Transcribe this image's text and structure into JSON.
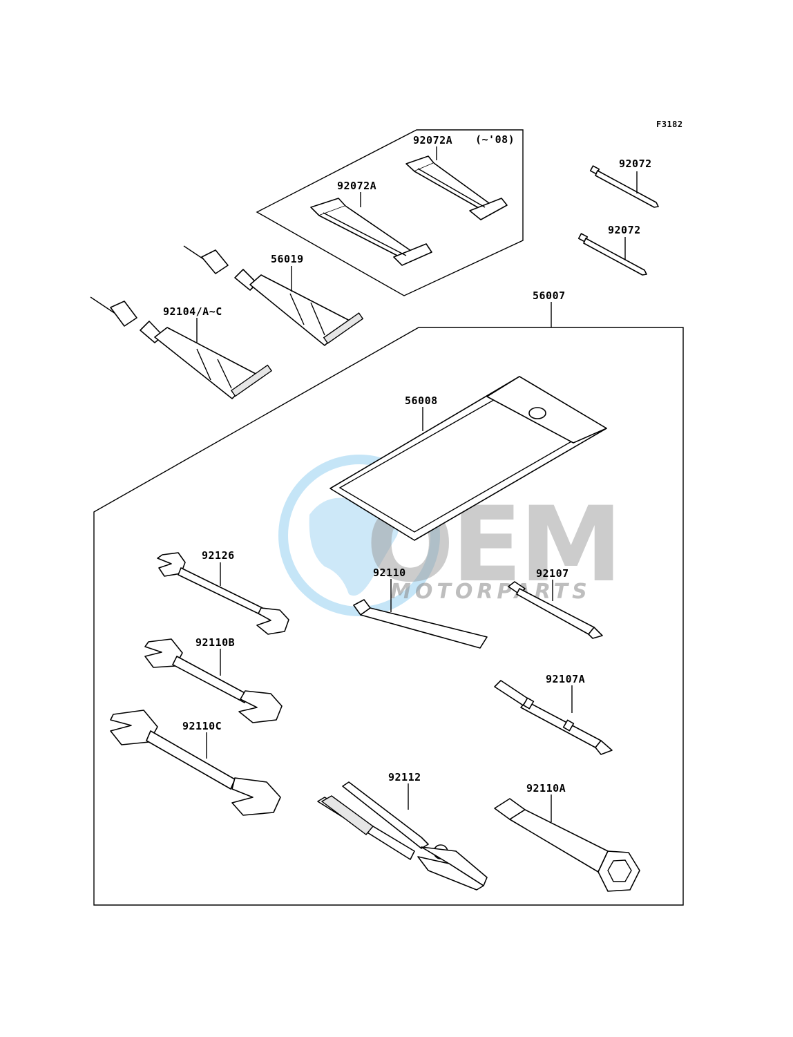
{
  "figure_code": "F3182",
  "watermark": {
    "main": "OEM",
    "sub": "MOTORPARTS",
    "accent": "#5ab4e8"
  },
  "parts": {
    "strap_a_upper": "92072A",
    "strap_a_note": "(~'08)",
    "strap_a_lower": "92072A",
    "band_upper": "92072",
    "band_lower": "92072",
    "tube_56019": "56019",
    "tube_92104": "92104/A~C",
    "toolkit": "56007",
    "tool_case": "56008",
    "wrench_92126": "92126",
    "hex_key": "92110",
    "screwdriver_92107": "92107",
    "wrench_92110b": "92110B",
    "screwdriver_92107a": "92107A",
    "wrench_92110c": "92110C",
    "pliers": "92112",
    "socket_wrench": "92110A"
  }
}
